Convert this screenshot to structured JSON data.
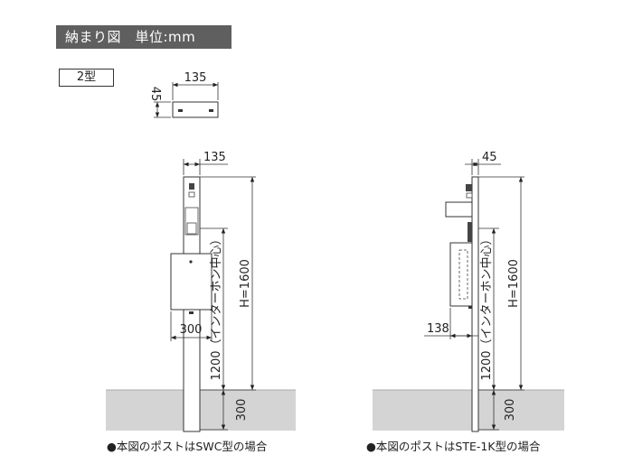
{
  "header": {
    "title": "納まり図　単位:mm"
  },
  "type_label": "2型",
  "cross_section": {
    "width_label": "135",
    "depth_label": "45"
  },
  "left_figure": {
    "top_width": "135",
    "post_width": "300",
    "intercom_height": "1200（インターホン中心）",
    "total_height": "H=1600",
    "ground_depth": "300",
    "caption": "●本図のポストはSWC型の場合"
  },
  "right_figure": {
    "top_width": "45",
    "post_depth": "138",
    "intercom_height": "1200（インターホン中心）",
    "total_height": "H=1600",
    "ground_depth": "300",
    "caption": "●本図のポストはSTE-1K型の場合"
  }
}
